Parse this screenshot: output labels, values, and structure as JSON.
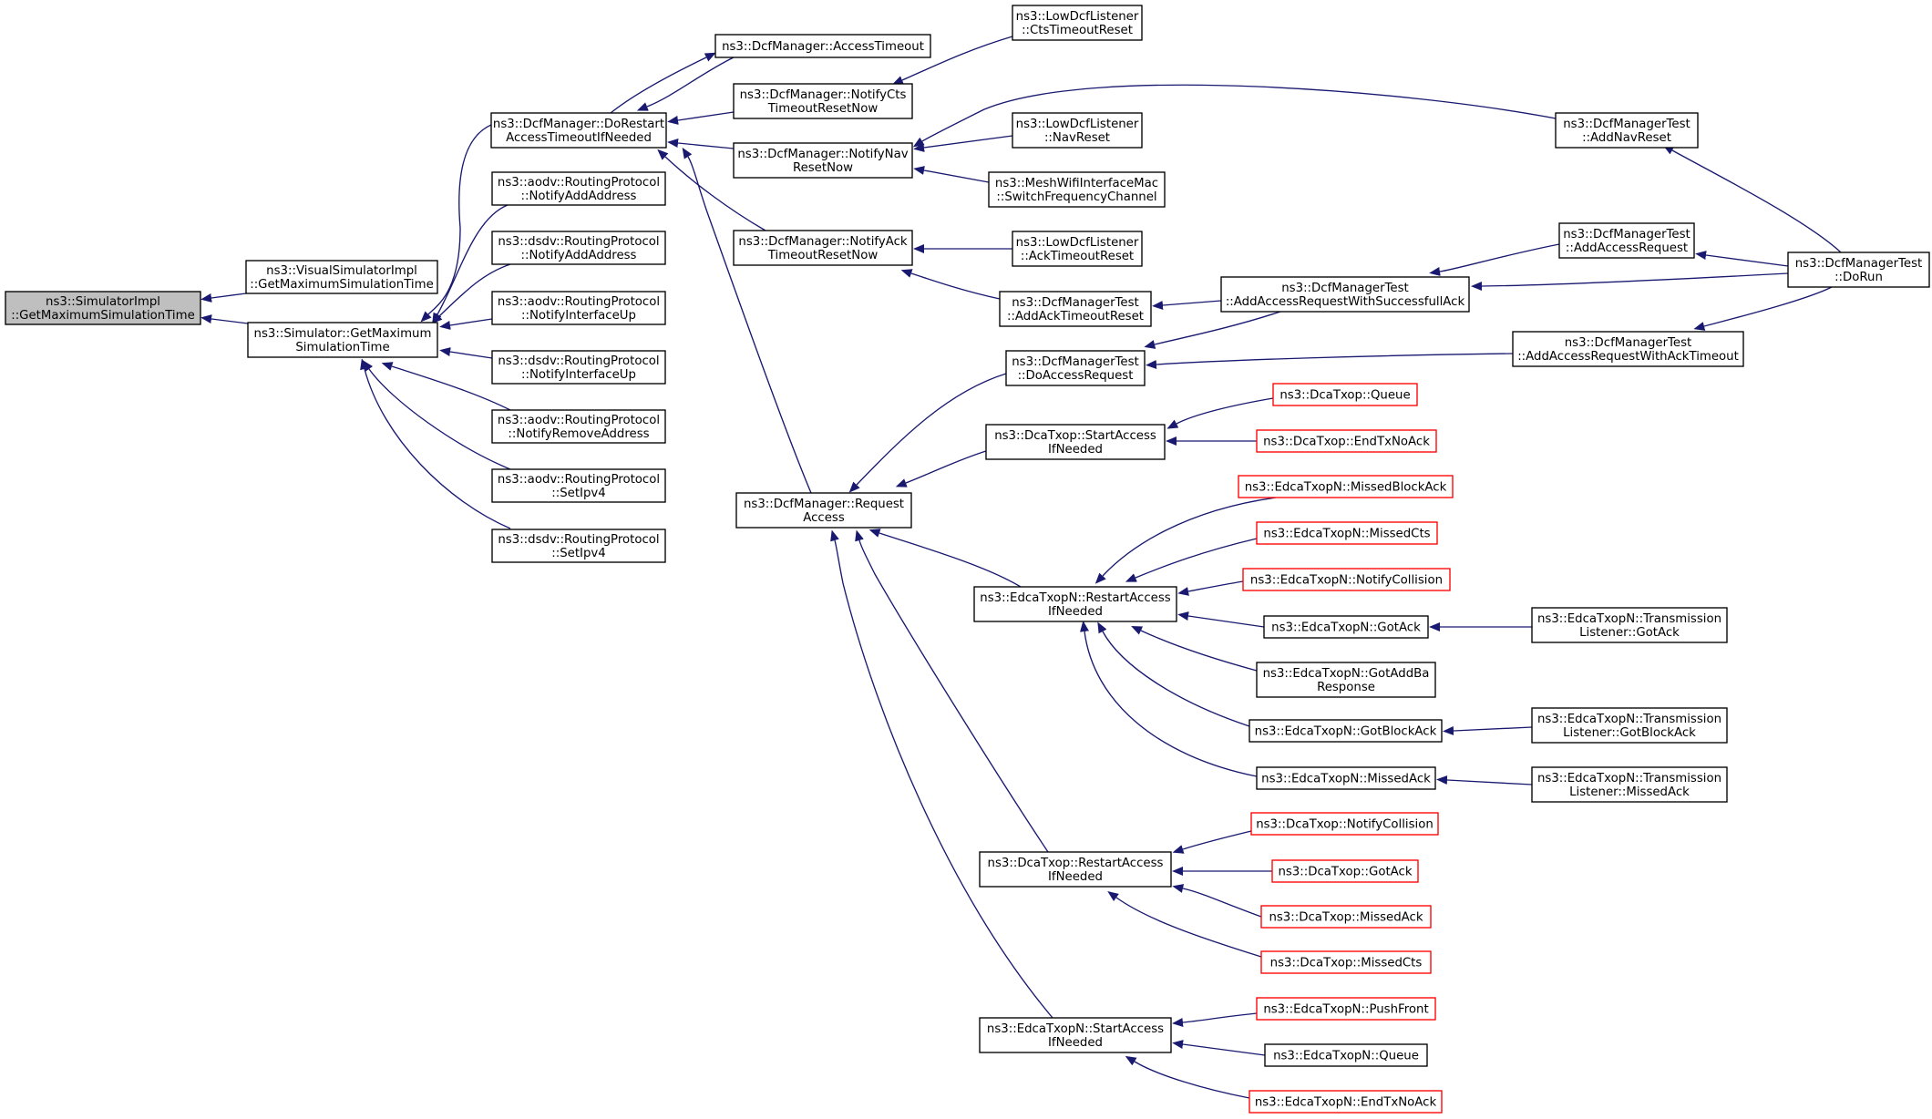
{
  "colors": {
    "edge": "#191970",
    "focus_fill": "#bfbfbf",
    "node_border": "#000000",
    "truncated_border": "#ff0000",
    "background": "#ffffff"
  },
  "nodes": [
    {
      "id": "root",
      "lines": [
        "ns3::SimulatorImpl",
        "::GetMaximumSimulationTime"
      ],
      "style": "focus"
    },
    {
      "id": "vsi",
      "lines": [
        "ns3::VisualSimulatorImpl",
        "::GetMaximumSimulationTime"
      ],
      "style": "normal"
    },
    {
      "id": "sim",
      "lines": [
        "ns3::Simulator::GetMaximum",
        "SimulationTime"
      ],
      "style": "normal"
    },
    {
      "id": "dorestart",
      "lines": [
        "ns3::DcfManager::DoRestart",
        "AccessTimeoutIfNeeded"
      ],
      "style": "normal"
    },
    {
      "id": "aodv_add",
      "lines": [
        "ns3::aodv::RoutingProtocol",
        "::NotifyAddAddress"
      ],
      "style": "normal"
    },
    {
      "id": "dsdv_add",
      "lines": [
        "ns3::dsdv::RoutingProtocol",
        "::NotifyAddAddress"
      ],
      "style": "normal"
    },
    {
      "id": "aodv_up",
      "lines": [
        "ns3::aodv::RoutingProtocol",
        "::NotifyInterfaceUp"
      ],
      "style": "normal"
    },
    {
      "id": "dsdv_up",
      "lines": [
        "ns3::dsdv::RoutingProtocol",
        "::NotifyInterfaceUp"
      ],
      "style": "normal"
    },
    {
      "id": "aodv_rm",
      "lines": [
        "ns3::aodv::RoutingProtocol",
        "::NotifyRemoveAddress"
      ],
      "style": "normal"
    },
    {
      "id": "aodv_ipv4",
      "lines": [
        "ns3::aodv::RoutingProtocol",
        "::SetIpv4"
      ],
      "style": "normal"
    },
    {
      "id": "dsdv_ipv4",
      "lines": [
        "ns3::dsdv::RoutingProtocol",
        "::SetIpv4"
      ],
      "style": "normal"
    },
    {
      "id": "access_timeout",
      "lines": [
        "ns3::DcfManager::AccessTimeout"
      ],
      "style": "normal"
    },
    {
      "id": "notify_cts",
      "lines": [
        "ns3::DcfManager::NotifyCts",
        "TimeoutResetNow"
      ],
      "style": "normal"
    },
    {
      "id": "notify_nav",
      "lines": [
        "ns3::DcfManager::NotifyNav",
        "ResetNow"
      ],
      "style": "normal"
    },
    {
      "id": "notify_ack",
      "lines": [
        "ns3::DcfManager::NotifyAck",
        "TimeoutResetNow"
      ],
      "style": "normal"
    },
    {
      "id": "request_access",
      "lines": [
        "ns3::DcfManager::Request",
        "Access"
      ],
      "style": "normal"
    },
    {
      "id": "ldl_cts",
      "lines": [
        "ns3::LowDcfListener",
        "::CtsTimeoutReset"
      ],
      "style": "normal"
    },
    {
      "id": "ldl_nav",
      "lines": [
        "ns3::LowDcfListener",
        "::NavReset"
      ],
      "style": "normal"
    },
    {
      "id": "mesh_switch",
      "lines": [
        "ns3::MeshWifiInterfaceMac",
        "::SwitchFrequencyChannel"
      ],
      "style": "normal"
    },
    {
      "id": "ldl_ack",
      "lines": [
        "ns3::LowDcfListener",
        "::AckTimeoutReset"
      ],
      "style": "normal"
    },
    {
      "id": "test_ack_timeout_reset",
      "lines": [
        "ns3::DcfManagerTest",
        "::AddAckTimeoutReset"
      ],
      "style": "normal"
    },
    {
      "id": "test_do_access",
      "lines": [
        "ns3::DcfManagerTest",
        "::DoAccessRequest"
      ],
      "style": "normal"
    },
    {
      "id": "dca_start",
      "lines": [
        "ns3::DcaTxop::StartAccess",
        "IfNeeded"
      ],
      "style": "normal"
    },
    {
      "id": "edca_restart",
      "lines": [
        "ns3::EdcaTxopN::RestartAccess",
        "IfNeeded"
      ],
      "style": "normal"
    },
    {
      "id": "dca_restart",
      "lines": [
        "ns3::DcaTxop::RestartAccess",
        "IfNeeded"
      ],
      "style": "normal"
    },
    {
      "id": "edca_start",
      "lines": [
        "ns3::EdcaTxopN::StartAccess",
        "IfNeeded"
      ],
      "style": "normal"
    },
    {
      "id": "test_add_nav",
      "lines": [
        "ns3::DcfManagerTest",
        "::AddNavReset"
      ],
      "style": "normal"
    },
    {
      "id": "test_add_access_success",
      "lines": [
        "ns3::DcfManagerTest",
        "::AddAccessRequestWithSuccessfullAck"
      ],
      "style": "normal"
    },
    {
      "id": "test_add_access",
      "lines": [
        "ns3::DcfManagerTest",
        "::AddAccessRequest"
      ],
      "style": "normal"
    },
    {
      "id": "test_add_access_ack",
      "lines": [
        "ns3::DcfManagerTest",
        "::AddAccessRequestWithAckTimeout"
      ],
      "style": "normal"
    },
    {
      "id": "test_dorun",
      "lines": [
        "ns3::DcfManagerTest",
        "::DoRun"
      ],
      "style": "normal"
    },
    {
      "id": "dca_queue",
      "lines": [
        "ns3::DcaTxop::Queue"
      ],
      "style": "truncated"
    },
    {
      "id": "dca_endtx",
      "lines": [
        "ns3::DcaTxop::EndTxNoAck"
      ],
      "style": "truncated"
    },
    {
      "id": "edca_missed_block",
      "lines": [
        "ns3::EdcaTxopN::MissedBlockAck"
      ],
      "style": "truncated"
    },
    {
      "id": "edca_missed_cts",
      "lines": [
        "ns3::EdcaTxopN::MissedCts"
      ],
      "style": "truncated"
    },
    {
      "id": "edca_notify_coll",
      "lines": [
        "ns3::EdcaTxopN::NotifyCollision"
      ],
      "style": "truncated"
    },
    {
      "id": "edca_gotack",
      "lines": [
        "ns3::EdcaTxopN::GotAck"
      ],
      "style": "normal"
    },
    {
      "id": "edca_gotaddba",
      "lines": [
        "ns3::EdcaTxopN::GotAddBa",
        "Response"
      ],
      "style": "normal"
    },
    {
      "id": "edca_gotblock",
      "lines": [
        "ns3::EdcaTxopN::GotBlockAck"
      ],
      "style": "normal"
    },
    {
      "id": "edca_missedack",
      "lines": [
        "ns3::EdcaTxopN::MissedAck"
      ],
      "style": "normal"
    },
    {
      "id": "tl_gotack",
      "lines": [
        "ns3::EdcaTxopN::Transmission",
        "Listener::GotAck"
      ],
      "style": "normal"
    },
    {
      "id": "tl_gotblock",
      "lines": [
        "ns3::EdcaTxopN::Transmission",
        "Listener::GotBlockAck"
      ],
      "style": "normal"
    },
    {
      "id": "tl_missedack",
      "lines": [
        "ns3::EdcaTxopN::Transmission",
        "Listener::MissedAck"
      ],
      "style": "normal"
    },
    {
      "id": "dca_notify_coll",
      "lines": [
        "ns3::DcaTxop::NotifyCollision"
      ],
      "style": "truncated"
    },
    {
      "id": "dca_gotack",
      "lines": [
        "ns3::DcaTxop::GotAck"
      ],
      "style": "truncated"
    },
    {
      "id": "dca_missedack",
      "lines": [
        "ns3::DcaTxop::MissedAck"
      ],
      "style": "truncated"
    },
    {
      "id": "dca_missedcts",
      "lines": [
        "ns3::DcaTxop::MissedCts"
      ],
      "style": "truncated"
    },
    {
      "id": "edca_pushfront",
      "lines": [
        "ns3::EdcaTxopN::PushFront"
      ],
      "style": "truncated"
    },
    {
      "id": "edca_queue",
      "lines": [
        "ns3::EdcaTxopN::Queue"
      ],
      "style": "normal"
    },
    {
      "id": "edca_endtx",
      "lines": [
        "ns3::EdcaTxopN::EndTxNoAck"
      ],
      "style": "truncated"
    }
  ],
  "edges": [
    {
      "to": "root",
      "from": "vsi"
    },
    {
      "to": "root",
      "from": "sim"
    },
    {
      "to": "sim",
      "from": "dorestart"
    },
    {
      "to": "sim",
      "from": "aodv_add"
    },
    {
      "to": "sim",
      "from": "dsdv_add"
    },
    {
      "to": "sim",
      "from": "aodv_up"
    },
    {
      "to": "sim",
      "from": "dsdv_up"
    },
    {
      "to": "sim",
      "from": "aodv_rm"
    },
    {
      "to": "sim",
      "from": "aodv_ipv4"
    },
    {
      "to": "sim",
      "from": "dsdv_ipv4"
    },
    {
      "to": "dorestart",
      "from": "access_timeout"
    },
    {
      "to": "access_timeout",
      "from": "dorestart"
    },
    {
      "to": "dorestart",
      "from": "notify_cts"
    },
    {
      "to": "dorestart",
      "from": "notify_nav"
    },
    {
      "to": "dorestart",
      "from": "notify_ack"
    },
    {
      "to": "dorestart",
      "from": "request_access"
    },
    {
      "to": "notify_cts",
      "from": "ldl_cts"
    },
    {
      "to": "notify_nav",
      "from": "ldl_nav"
    },
    {
      "to": "notify_nav",
      "from": "mesh_switch"
    },
    {
      "to": "notify_nav",
      "from": "test_add_nav"
    },
    {
      "to": "notify_ack",
      "from": "ldl_ack"
    },
    {
      "to": "notify_ack",
      "from": "test_ack_timeout_reset"
    },
    {
      "to": "test_ack_timeout_reset",
      "from": "test_add_access_success"
    },
    {
      "to": "request_access",
      "from": "test_do_access"
    },
    {
      "to": "request_access",
      "from": "dca_start"
    },
    {
      "to": "request_access",
      "from": "edca_restart"
    },
    {
      "to": "request_access",
      "from": "dca_restart"
    },
    {
      "to": "request_access",
      "from": "edca_start"
    },
    {
      "to": "test_do_access",
      "from": "test_add_access_success"
    },
    {
      "to": "test_do_access",
      "from": "test_add_access_ack"
    },
    {
      "to": "test_add_access_success",
      "from": "test_add_access"
    },
    {
      "to": "test_add_access_success",
      "from": "test_dorun"
    },
    {
      "to": "test_add_access",
      "from": "test_dorun"
    },
    {
      "to": "test_add_nav",
      "from": "test_dorun"
    },
    {
      "to": "test_add_access_ack",
      "from": "test_dorun"
    },
    {
      "to": "dca_start",
      "from": "dca_queue"
    },
    {
      "to": "dca_start",
      "from": "dca_endtx"
    },
    {
      "to": "edca_restart",
      "from": "edca_missed_block"
    },
    {
      "to": "edca_restart",
      "from": "edca_missed_cts"
    },
    {
      "to": "edca_restart",
      "from": "edca_notify_coll"
    },
    {
      "to": "edca_restart",
      "from": "edca_gotack"
    },
    {
      "to": "edca_restart",
      "from": "edca_gotaddba"
    },
    {
      "to": "edca_restart",
      "from": "edca_gotblock"
    },
    {
      "to": "edca_restart",
      "from": "edca_missedack"
    },
    {
      "to": "edca_gotack",
      "from": "tl_gotack"
    },
    {
      "to": "edca_gotblock",
      "from": "tl_gotblock"
    },
    {
      "to": "edca_missedack",
      "from": "tl_missedack"
    },
    {
      "to": "dca_restart",
      "from": "dca_notify_coll"
    },
    {
      "to": "dca_restart",
      "from": "dca_gotack"
    },
    {
      "to": "dca_restart",
      "from": "dca_missedack"
    },
    {
      "to": "dca_restart",
      "from": "dca_missedcts"
    },
    {
      "to": "edca_start",
      "from": "edca_pushfront"
    },
    {
      "to": "edca_start",
      "from": "edca_queue"
    },
    {
      "to": "edca_start",
      "from": "edca_endtx"
    }
  ]
}
